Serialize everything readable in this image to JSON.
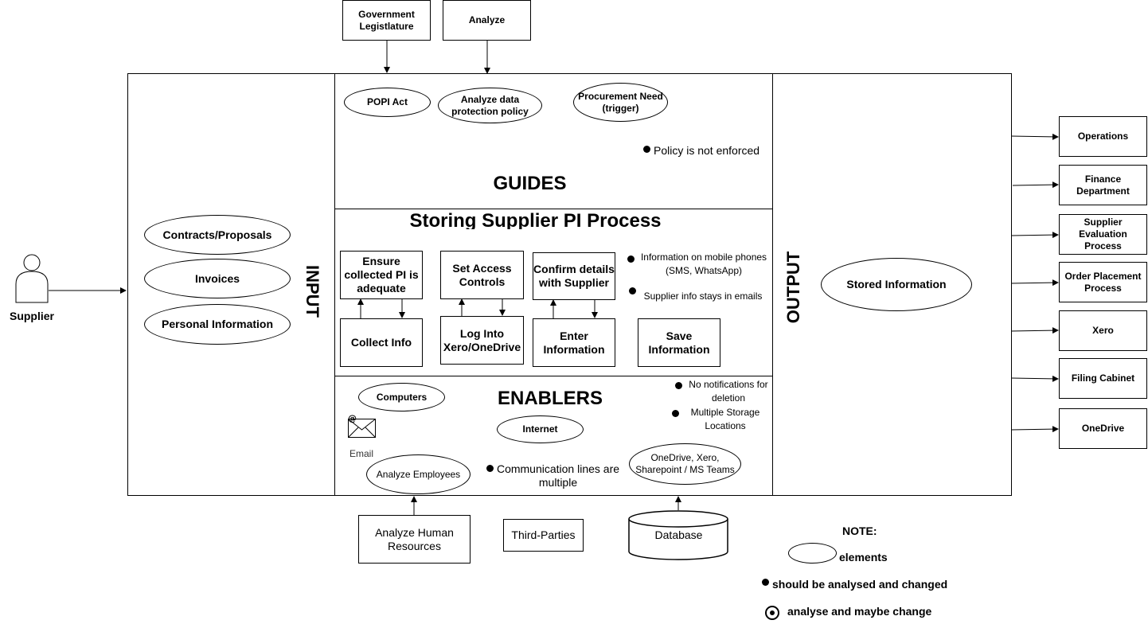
{
  "top_boxes": {
    "government": "Government Legistlature",
    "analyze": "Analyze"
  },
  "supplier": {
    "label": "Supplier"
  },
  "input": {
    "label": "INPUT",
    "elements": [
      "Contracts/Proposals",
      "Invoices",
      "Personal Information"
    ]
  },
  "guides": {
    "title": "GUIDES",
    "elements": [
      "POPI Act",
      "Analyze data protection policy",
      "Procurement Need (trigger)"
    ],
    "issue": "Policy is not enforced"
  },
  "process": {
    "title": "Storing Supplier PI Process",
    "steps": {
      "ensure": "Ensure collected PI is adequate",
      "set_access": "Set Access Controls",
      "confirm": "Confirm details with Supplier",
      "collect": "Collect Info",
      "login": "Log Into Xero/OneDrive",
      "enter": "Enter Information",
      "save": "Save Information"
    },
    "issues": [
      "Information on mobile phones (SMS, WhatsApp)",
      "Supplier info stays in emails"
    ]
  },
  "enablers": {
    "title": "ENABLERS",
    "elements": {
      "computers": "Computers",
      "internet": "Internet",
      "analyze_employees": "Analyze Employees",
      "storage": "OneDrive, Xero, Sharepoint / MS Teams"
    },
    "email_label": "Email",
    "issues": {
      "notifications": "No notifications for deletion",
      "storage_locations": "Multiple Storage Locations",
      "communication": "Communication lines are multiple"
    }
  },
  "bottom": {
    "hr": "Analyze Human Resources",
    "third_parties": "Third-Parties",
    "database": "Database"
  },
  "output": {
    "label": "OUTPUT",
    "element": "Stored Information",
    "targets": [
      "Operations",
      "Finance Department",
      "Supplier Evaluation Process",
      "Order Placement Process",
      "Xero",
      "Filing Cabinet",
      "OneDrive"
    ]
  },
  "note": {
    "title": "NOTE:",
    "elements": "elements",
    "analysed": "should be analysed and changed",
    "maybe": "analyse and maybe change"
  }
}
